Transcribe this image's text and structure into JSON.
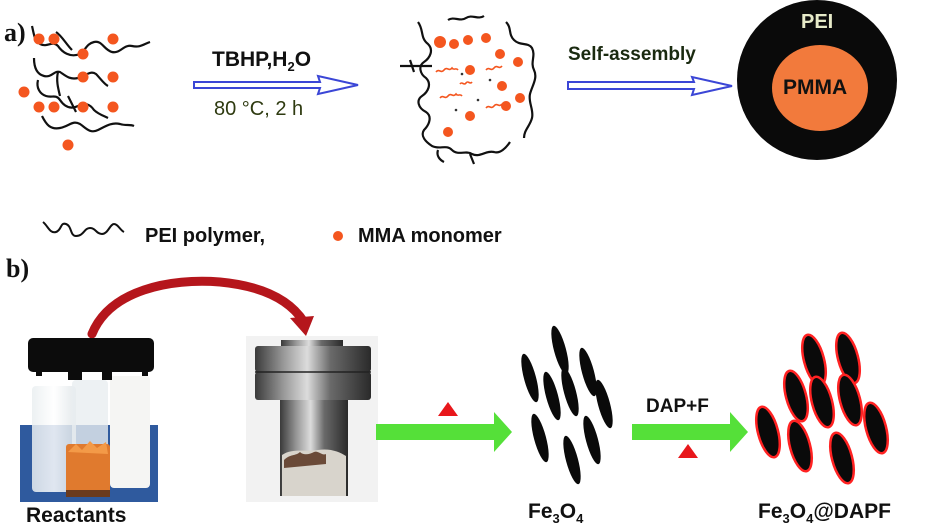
{
  "panel_a": {
    "label": "a)",
    "step1": {
      "reagents": "TBHP,H",
      "reagents_sub": "2",
      "reagents_tail": "O",
      "conditions": "80 °C, 2 h"
    },
    "step2": {
      "label": "Self-assembly"
    },
    "product": {
      "shell_label": "PEI",
      "core_label": "PMMA"
    },
    "legend": {
      "polymer_label": "PEI polymer,",
      "monomer_label": "MMA monomer"
    }
  },
  "panel_b": {
    "label": "b)",
    "reactants_label": "Reactants",
    "step2_reagent": "DAP+F",
    "intermediate": {
      "main": "Fe",
      "sub1": "3",
      "mid": "O",
      "sub2": "4"
    },
    "product": {
      "main": "Fe",
      "sub1": "3",
      "mid": "O",
      "sub2": "4",
      "tail": "@DAPF"
    }
  },
  "colors": {
    "monomer": "#f4561f",
    "hollow_arrow": "#3b46d6",
    "green_arrow": "#55e039",
    "heat_triangle": "#e8171b",
    "curved_arrow": "#b5161c",
    "core": "#f27a3c",
    "shell": "#0a0a0a",
    "shell_text": "#e6eac8",
    "conditions_text": "#2e3a10",
    "coating": "#ff2222"
  }
}
